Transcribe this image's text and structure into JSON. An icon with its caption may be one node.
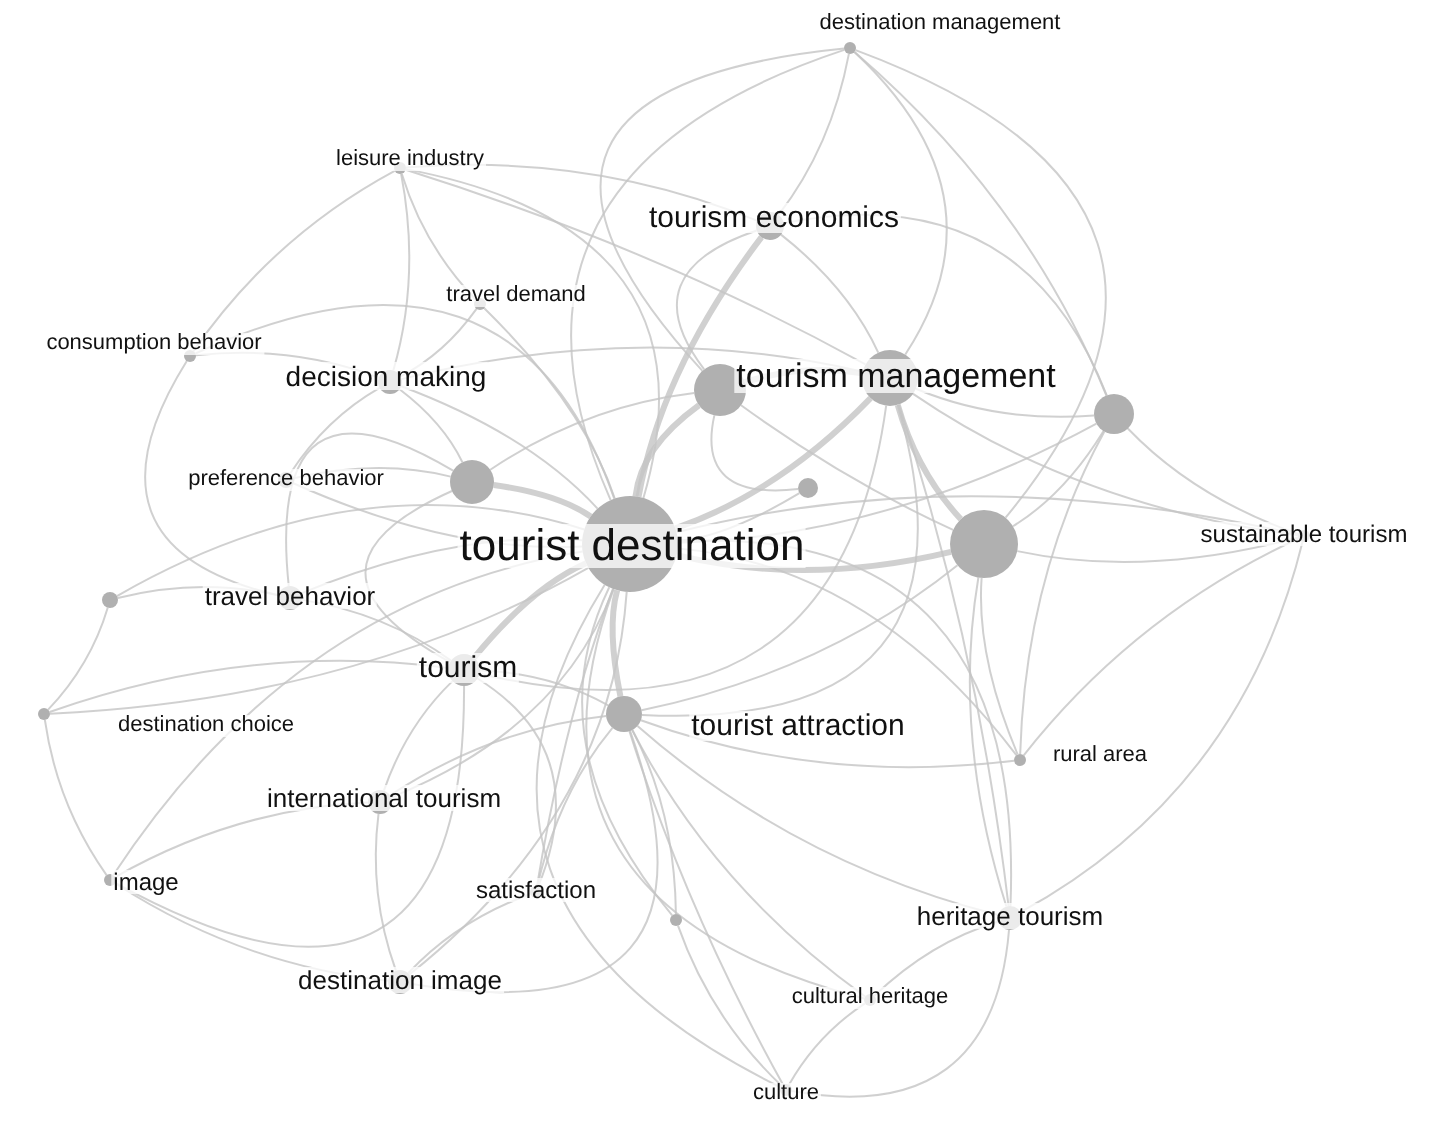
{
  "diagram": {
    "nodes": [
      {
        "text": [
          "destination management"
        ]
      },
      {
        "text": [
          "leisure industry"
        ]
      },
      {
        "text": [
          "tourism economics"
        ]
      },
      {
        "text": [
          "travel demand"
        ]
      },
      {
        "text": [
          "consumption behavior"
        ]
      },
      {
        "text": [
          "decision making"
        ]
      },
      {
        "text": [
          "tourism management"
        ]
      },
      {
        "text": [
          "preference behavior"
        ]
      },
      {
        "text": [
          "tourist destination"
        ]
      },
      {
        "text": [
          "sustainable tourism"
        ]
      },
      {
        "text": [
          "travel behavior"
        ]
      },
      {
        "text": [
          "tourism"
        ]
      },
      {
        "text": [
          "destination choice"
        ]
      },
      {
        "text": [
          "tourist attraction"
        ]
      },
      {
        "text": [
          "rural area"
        ]
      },
      {
        "text": [
          "international tourism"
        ]
      },
      {
        "text": [
          "image"
        ]
      },
      {
        "text": [
          "satisfaction"
        ]
      },
      {
        "text": [
          "heritage tourism"
        ]
      },
      {
        "text": [
          "destination image"
        ]
      },
      {
        "text": [
          "cultural heritage"
        ]
      },
      {
        "text": [
          "culture"
        ]
      },
      {
        "text": [],
        "shape": "circle"
      },
      {
        "text": [],
        "shape": "circle"
      },
      {
        "text": [],
        "shape": "circle"
      },
      {
        "text": [],
        "shape": "circle"
      },
      {
        "text": [],
        "shape": "circle"
      },
      {
        "text": [],
        "shape": "circle"
      },
      {
        "text": [],
        "shape": "circle"
      }
    ],
    "edges": [
      {
        "from": 8,
        "to": 6,
        "arrow": "none",
        "style": "thick"
      },
      {
        "from": 8,
        "to": 22,
        "arrow": "none",
        "style": "thick"
      },
      {
        "from": 8,
        "to": 24,
        "arrow": "none",
        "style": "thick"
      },
      {
        "from": 8,
        "to": 25,
        "arrow": "none",
        "style": "thick"
      },
      {
        "from": 8,
        "to": 2,
        "arrow": "none",
        "style": "thick"
      },
      {
        "from": 8,
        "to": 13,
        "arrow": "none",
        "style": "thick"
      },
      {
        "from": 8,
        "to": 11,
        "arrow": "none",
        "style": "thick"
      },
      {
        "from": 8,
        "to": 5,
        "arrow": "none"
      },
      {
        "from": 8,
        "to": 10,
        "arrow": "none"
      },
      {
        "from": 8,
        "to": 15,
        "arrow": "none"
      },
      {
        "from": 8,
        "to": 19,
        "arrow": "none"
      },
      {
        "from": 8,
        "to": 18,
        "arrow": "none"
      },
      {
        "from": 8,
        "to": 17,
        "arrow": "none"
      },
      {
        "from": 8,
        "to": 0,
        "arrow": "none"
      },
      {
        "from": 8,
        "to": 1,
        "arrow": "none"
      },
      {
        "from": 8,
        "to": 3,
        "arrow": "none"
      },
      {
        "from": 8,
        "to": 4,
        "arrow": "none"
      },
      {
        "from": 8,
        "to": 7,
        "arrow": "none"
      },
      {
        "from": 8,
        "to": 9,
        "arrow": "none"
      },
      {
        "from": 8,
        "to": 12,
        "arrow": "none"
      },
      {
        "from": 8,
        "to": 14,
        "arrow": "none"
      },
      {
        "from": 8,
        "to": 16,
        "arrow": "none"
      },
      {
        "from": 8,
        "to": 20,
        "arrow": "none"
      },
      {
        "from": 8,
        "to": 21,
        "arrow": "none"
      },
      {
        "from": 8,
        "to": 23,
        "arrow": "none"
      },
      {
        "from": 8,
        "to": 26,
        "arrow": "none"
      },
      {
        "from": 8,
        "to": 27,
        "arrow": "none"
      },
      {
        "from": 8,
        "to": 28,
        "arrow": "none"
      },
      {
        "from": 6,
        "to": 22,
        "arrow": "none",
        "style": "thick"
      },
      {
        "from": 6,
        "to": 24,
        "arrow": "none",
        "style": "thick"
      },
      {
        "from": 6,
        "to": 2,
        "arrow": "none"
      },
      {
        "from": 6,
        "to": 23,
        "arrow": "none"
      },
      {
        "from": 6,
        "to": 0,
        "arrow": "none"
      },
      {
        "from": 6,
        "to": 9,
        "arrow": "none"
      },
      {
        "from": 6,
        "to": 13,
        "arrow": "none"
      },
      {
        "from": 6,
        "to": 18,
        "arrow": "none"
      },
      {
        "from": 6,
        "to": 11,
        "arrow": "none"
      },
      {
        "from": 6,
        "to": 5,
        "arrow": "none"
      },
      {
        "from": 6,
        "to": 1,
        "arrow": "none"
      },
      {
        "from": 22,
        "to": 2,
        "arrow": "none"
      },
      {
        "from": 22,
        "to": 0,
        "arrow": "none"
      },
      {
        "from": 22,
        "to": 24,
        "arrow": "none"
      },
      {
        "from": 22,
        "to": 25,
        "arrow": "none"
      },
      {
        "from": 22,
        "to": 28,
        "arrow": "none"
      },
      {
        "from": 24,
        "to": 23,
        "arrow": "none"
      },
      {
        "from": 24,
        "to": 9,
        "arrow": "none"
      },
      {
        "from": 24,
        "to": 18,
        "arrow": "none"
      },
      {
        "from": 24,
        "to": 13,
        "arrow": "none"
      },
      {
        "from": 24,
        "to": 14,
        "arrow": "none"
      },
      {
        "from": 24,
        "to": 0,
        "arrow": "none"
      },
      {
        "from": 2,
        "to": 0,
        "arrow": "none"
      },
      {
        "from": 2,
        "to": 1,
        "arrow": "none"
      },
      {
        "from": 2,
        "to": 23,
        "arrow": "none"
      },
      {
        "from": 13,
        "to": 18,
        "arrow": "none"
      },
      {
        "from": 13,
        "to": 20,
        "arrow": "none"
      },
      {
        "from": 13,
        "to": 21,
        "arrow": "none"
      },
      {
        "from": 13,
        "to": 17,
        "arrow": "none"
      },
      {
        "from": 13,
        "to": 11,
        "arrow": "none"
      },
      {
        "from": 13,
        "to": 15,
        "arrow": "none"
      },
      {
        "from": 13,
        "to": 19,
        "arrow": "none"
      },
      {
        "from": 13,
        "to": 14,
        "arrow": "none"
      },
      {
        "from": 11,
        "to": 15,
        "arrow": "none"
      },
      {
        "from": 11,
        "to": 17,
        "arrow": "none"
      },
      {
        "from": 11,
        "to": 10,
        "arrow": "none"
      },
      {
        "from": 11,
        "to": 16,
        "arrow": "none"
      },
      {
        "from": 11,
        "to": 12,
        "arrow": "none"
      },
      {
        "from": 11,
        "to": 25,
        "arrow": "none"
      },
      {
        "from": 25,
        "to": 5,
        "arrow": "none"
      },
      {
        "from": 25,
        "to": 10,
        "arrow": "none"
      },
      {
        "from": 25,
        "to": 7,
        "arrow": "none"
      },
      {
        "from": 23,
        "to": 9,
        "arrow": "none"
      },
      {
        "from": 23,
        "to": 14,
        "arrow": "none"
      },
      {
        "from": 23,
        "to": 0,
        "arrow": "none"
      },
      {
        "from": 5,
        "to": 1,
        "arrow": "none"
      },
      {
        "from": 5,
        "to": 4,
        "arrow": "none"
      },
      {
        "from": 5,
        "to": 3,
        "arrow": "none"
      },
      {
        "from": 5,
        "to": 7,
        "arrow": "none"
      },
      {
        "from": 10,
        "to": 26,
        "arrow": "none"
      },
      {
        "from": 10,
        "to": 4,
        "arrow": "none"
      },
      {
        "from": 12,
        "to": 26,
        "arrow": "none"
      },
      {
        "from": 12,
        "to": 16,
        "arrow": "none"
      },
      {
        "from": 16,
        "to": 19,
        "arrow": "none"
      },
      {
        "from": 15,
        "to": 19,
        "arrow": "none"
      },
      {
        "from": 15,
        "to": 16,
        "arrow": "none"
      },
      {
        "from": 18,
        "to": 20,
        "arrow": "none"
      },
      {
        "from": 18,
        "to": 21,
        "arrow": "none"
      },
      {
        "from": 20,
        "to": 21,
        "arrow": "none"
      },
      {
        "from": 17,
        "to": 19,
        "arrow": "none"
      },
      {
        "from": 27,
        "to": 21,
        "arrow": "none"
      },
      {
        "from": 27,
        "to": 13,
        "arrow": "none"
      },
      {
        "from": 1,
        "to": 4,
        "arrow": "none"
      },
      {
        "from": 1,
        "to": 3,
        "arrow": "none"
      },
      {
        "from": 9,
        "to": 14,
        "arrow": "none"
      },
      {
        "from": 9,
        "to": 18,
        "arrow": "none"
      }
    ]
  }
}
